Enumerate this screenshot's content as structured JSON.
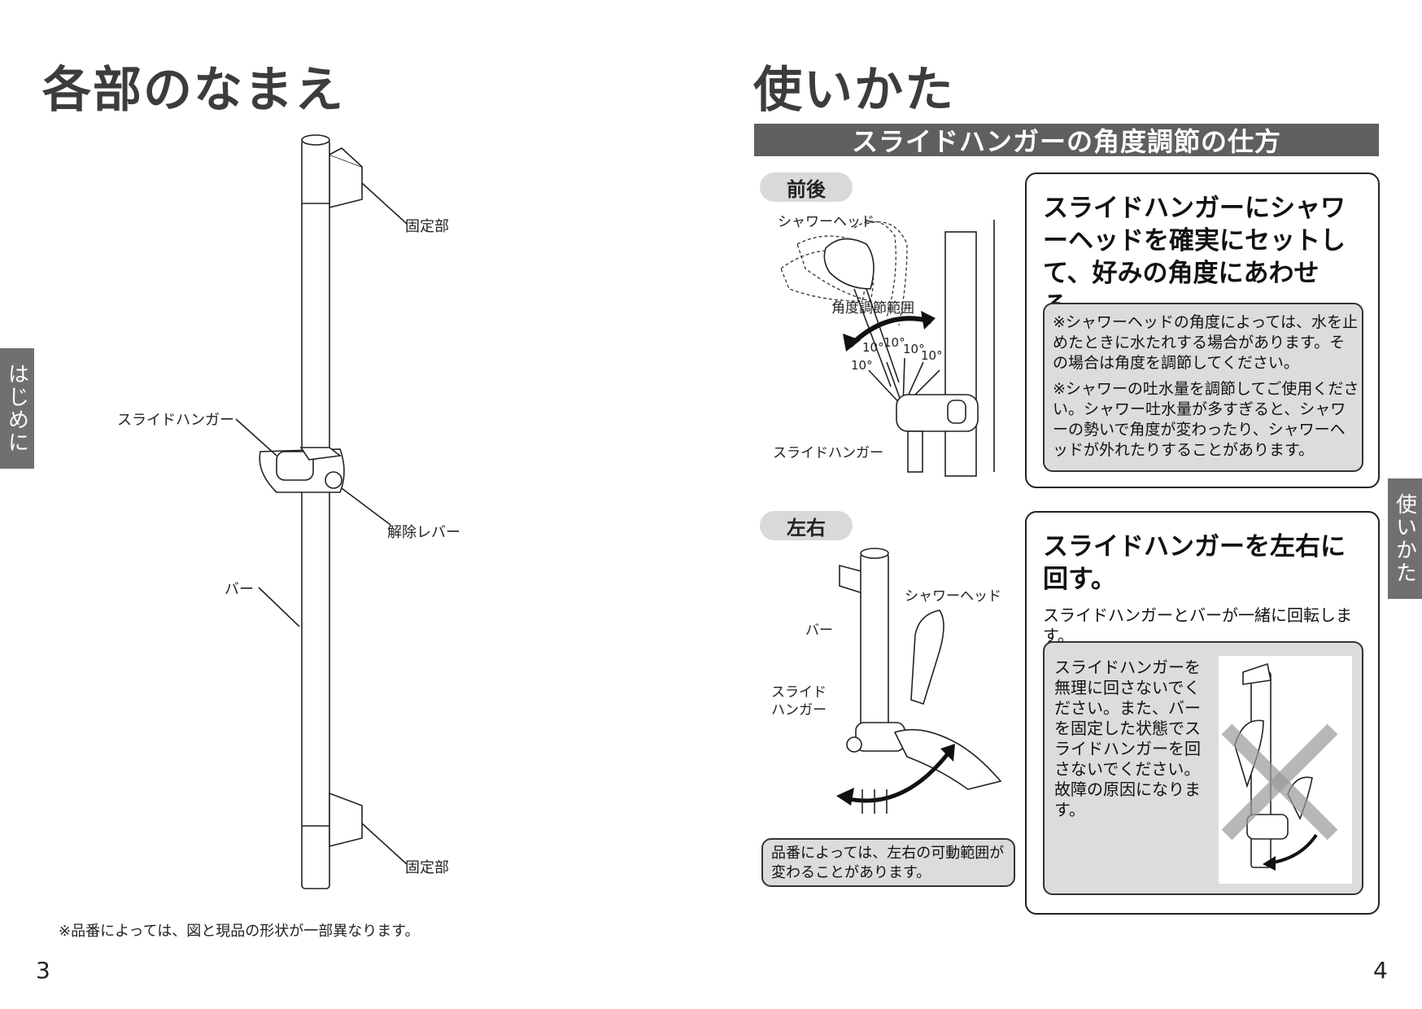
{
  "left_page": {
    "title": "各部のなまえ",
    "side_tab": "はじめに",
    "labels": {
      "fixed_top": "固定部",
      "slide_hanger": "スライドハンガー",
      "release_lever": "解除レバー",
      "bar": "バー",
      "fixed_bottom": "固定部"
    },
    "footnote": "※品番によっては、図と現品の形状が一部異なります。",
    "page_number": "3"
  },
  "right_page": {
    "title": "使いかた",
    "side_tab": "使いかた",
    "section_bar": "スライドハンガーの角度調節の仕方",
    "front_back": {
      "pill": "前後",
      "label_shower_head": "シャワーヘッド",
      "label_angle_range": "角度調節範囲",
      "label_slide_hanger": "スライドハンガー",
      "angle_ticks": [
        "10°",
        "10°",
        "10°",
        "10°",
        "10°"
      ],
      "heading": "スライドハンガーにシャワーヘッドを確実にセットして、好みの角度にあわせる。",
      "notes": [
        "※シャワーヘッドの角度によっては、水を止めたときに水たれする場合があります。その場合は角度を調節してください。",
        "※シャワーの吐水量を調節してご使用ください。シャワー吐水量が多すぎると、シャワーの勢いで角度が変わったり、シャワーヘッドが外れたりすることがあります。"
      ]
    },
    "left_right": {
      "pill": "左右",
      "label_shower_head": "シャワーヘッド",
      "label_bar": "バー",
      "label_slide_hanger_line1": "スライド",
      "label_slide_hanger_line2": "ハンガー",
      "small_note": "品番によっては、左右の可動範囲が変わることがあります。",
      "heading": "スライドハンガーを左右に回す。",
      "subtext": "スライドハンガーとバーが一緒に回転します。",
      "warning": "スライドハンガーを無理に回さないでください。また、バーを固定した状態でスライドハンガーを回さないでください。故障の原因になります。"
    },
    "page_number": "4"
  }
}
